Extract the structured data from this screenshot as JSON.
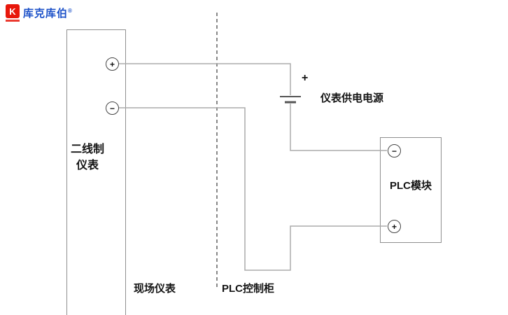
{
  "logo": {
    "brand": "库克库伯",
    "reg": "®",
    "icon_glyph": "K"
  },
  "diagram": {
    "instrument": {
      "line1": "二线制",
      "line2": "仪表",
      "terminal_plus": "+",
      "terminal_minus": "−"
    },
    "power_supply": {
      "label": "仪表供电电源",
      "polarity": "+"
    },
    "plc": {
      "label": "PLC模块",
      "terminal_minus": "−",
      "terminal_plus": "+"
    },
    "zones": {
      "field": "现场仪表",
      "cabinet": "PLC控制柜"
    }
  },
  "colors": {
    "wire": "#ababab",
    "box_border": "#8f8f8f",
    "battery": "#555555",
    "dashed_divider": "#3a3a3a",
    "logo_red": "#e8170b",
    "logo_blue": "#1b50c8"
  }
}
